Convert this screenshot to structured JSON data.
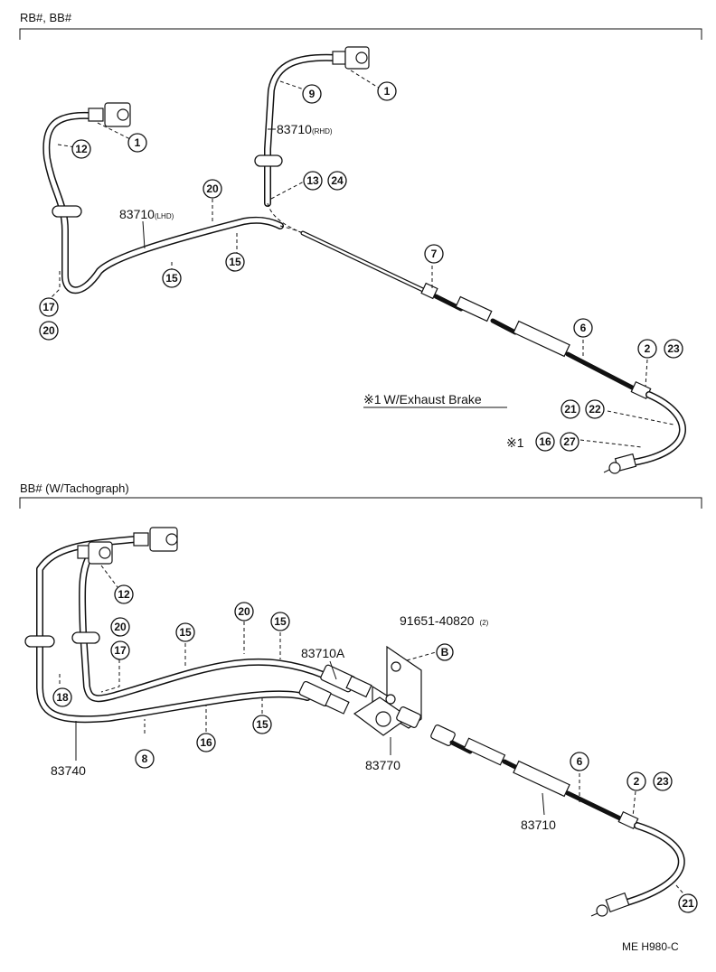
{
  "sections": {
    "top": {
      "title": "RB#, BB#"
    },
    "bottom": {
      "title": "BB# (W/Tachograph)"
    }
  },
  "part_numbers": {
    "p83710_rhd": "83710",
    "p83710_rhd_suffix": "(RHD)",
    "p83710_lhd": "83710",
    "p83710_lhd_suffix": "(LHD)",
    "p83710a": "83710A",
    "p83740": "83740",
    "p83770": "83770",
    "p83710_bottom": "83710",
    "p91651": "91651-40820",
    "p91651_qty": "(2)"
  },
  "notes": {
    "exhaust_brake_mark": "※1",
    "exhaust_brake": "W/Exhaust Brake",
    "ref_mark": "※1"
  },
  "callouts": {
    "t_1a": "1",
    "t_12": "12",
    "t_17": "17",
    "t_20a": "20",
    "t_9": "9",
    "t_1b": "1",
    "t_13": "13",
    "t_24": "24",
    "t_20b": "20",
    "t_15a": "15",
    "t_15b": "15",
    "t_7": "7",
    "t_6": "6",
    "t_2": "2",
    "t_23": "23",
    "t_21": "21",
    "t_22": "22",
    "t_16": "16",
    "t_27": "27",
    "b_12": "12",
    "b_20a": "20",
    "b_17": "17",
    "b_18": "18",
    "b_15a": "15",
    "b_20b": "20",
    "b_15b": "15",
    "b_8": "8",
    "b_16": "16",
    "b_15c": "15",
    "b_B": "B",
    "b_6": "6",
    "b_2": "2",
    "b_23": "23",
    "b_21": "21"
  },
  "footer": {
    "code": "ME H980-C"
  }
}
